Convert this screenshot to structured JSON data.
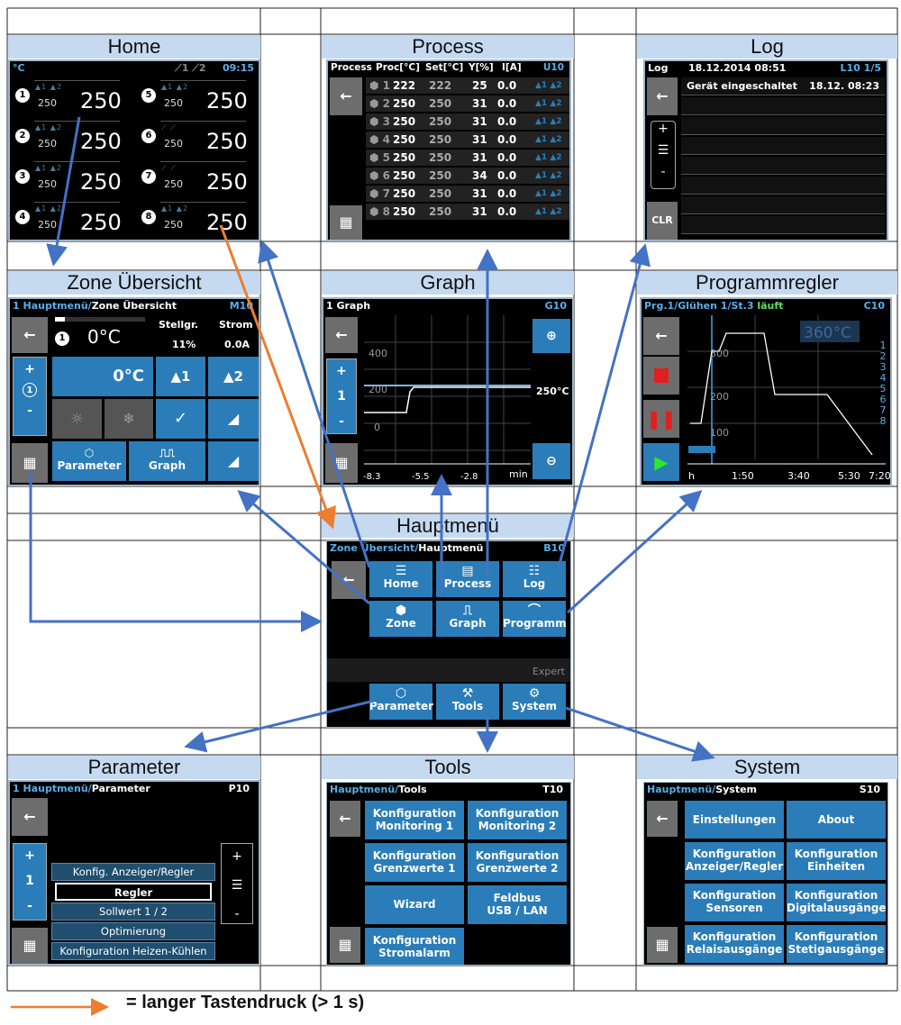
{
  "legend": {
    "text": "= langer Tastendruck (> 1 s)",
    "color": "#ed7d31"
  },
  "arrow_color": "#4472c4",
  "home": {
    "title": "Home",
    "unit": "°C",
    "flags": "⟋1 ⟋2",
    "time": "09:15",
    "zones": [
      {
        "n": "1",
        "al": "▲1 ▲2",
        "sv": "250",
        "pv": "250"
      },
      {
        "n": "2",
        "al": "▲1 ▲2",
        "sv": "250",
        "pv": "250"
      },
      {
        "n": "3",
        "al": "▲1 ▲2",
        "sv": "250",
        "pv": "250"
      },
      {
        "n": "4",
        "al": "▲1 ▲2",
        "sv": "250",
        "pv": "250"
      },
      {
        "n": "5",
        "al": "▲1 ▲2",
        "sv": "250",
        "pv": "250"
      },
      {
        "n": "6",
        "al": "⟋ ⟋",
        "sv": "250",
        "pv": "250"
      },
      {
        "n": "7",
        "al": "⟋ ⟋",
        "sv": "250",
        "pv": "250"
      },
      {
        "n": "8",
        "al": "▲1 ▲2",
        "sv": "250",
        "pv": "250"
      }
    ]
  },
  "process": {
    "title": "Process",
    "header": {
      "c0": "Process",
      "c1": "Proc[°C]",
      "c2": "Set[°C]",
      "c3": "Y[%]",
      "c4": "I[A]",
      "code": "U10"
    },
    "rows": [
      {
        "n": "1",
        "p": "222",
        "s": "222",
        "y": "25",
        "i": "0.0",
        "a": "▲1 ▲2"
      },
      {
        "n": "2",
        "p": "250",
        "s": "250",
        "y": "31",
        "i": "0.0",
        "a": "▲1 ▲2"
      },
      {
        "n": "3",
        "p": "250",
        "s": "250",
        "y": "31",
        "i": "0.0",
        "a": "▲1 ▲2"
      },
      {
        "n": "4",
        "p": "250",
        "s": "250",
        "y": "31",
        "i": "0.0",
        "a": "▲1 ▲2"
      },
      {
        "n": "5",
        "p": "250",
        "s": "250",
        "y": "31",
        "i": "0.0",
        "a": "▲1 ▲2"
      },
      {
        "n": "6",
        "p": "250",
        "s": "250",
        "y": "34",
        "i": "0.0",
        "a": "▲1 ▲2"
      },
      {
        "n": "7",
        "p": "250",
        "s": "250",
        "y": "31",
        "i": "0.0",
        "a": "▲1 ▲2"
      },
      {
        "n": "8",
        "p": "250",
        "s": "250",
        "y": "31",
        "i": "0.0",
        "a": "▲1 ▲2"
      }
    ]
  },
  "log": {
    "title": "Log",
    "header": {
      "label": "Log",
      "date": "18.12.2014 08:51",
      "code": "L10 1/5"
    },
    "entry": {
      "text": "Gerät eingeschaltet",
      "time": "18.12. 08:23"
    },
    "plus": "+",
    "minus": "-",
    "clr": "CLR"
  },
  "zone": {
    "title": "Zone Übersicht",
    "crumb": "1 Hauptmenü/",
    "crumb_b": "Zone Übersicht",
    "code": "M10",
    "temp": "0°C",
    "stell_label": "Stellgr.",
    "strom_label": "Strom",
    "stell": "11%",
    "strom": "0.0A",
    "set": "0°C",
    "al1": "▲1",
    "al2": "▲2",
    "zone_num": "1",
    "param": "Parameter",
    "graph": "Graph"
  },
  "graph": {
    "title": "Graph",
    "hdr": "1 Graph",
    "code": "G10",
    "value": "250°C",
    "xunit": "min"
  },
  "prog": {
    "title": "Programmregler",
    "hdr_a": "Prg.1/Glühen 1/St.3 ",
    "hdr_b": "läuft",
    "code": "C10",
    "value": "360°C",
    "steps": [
      "1",
      "2",
      "3",
      "4",
      "5",
      "6",
      "7",
      "8"
    ],
    "xunit": "h"
  },
  "haupt": {
    "title": "Hauptmenü",
    "crumb_a": "Zone Übersicht/",
    "crumb_b": "Hauptmenü",
    "code": "B10",
    "expert": "Expert",
    "buttons": {
      "home": "Home",
      "process": "Process",
      "log": "Log",
      "zone": "Zone",
      "graph": "Graph",
      "programm": "Programm",
      "parameter": "Parameter",
      "tools": "Tools",
      "system": "System"
    }
  },
  "param": {
    "title": "Parameter",
    "crumb_a": "1 Hauptmenü/",
    "crumb_b": "Parameter",
    "code": "P10",
    "items": [
      "Konfig. Anzeiger/Regler",
      "Regler",
      "Sollwert 1 / 2",
      "Optimierung",
      "Konfiguration Heizen-Kühlen"
    ]
  },
  "tools": {
    "title": "Tools",
    "crumb_a": "Hauptmenü/",
    "crumb_b": "Tools",
    "code": "T10",
    "items": [
      {
        "l1": "Konfiguration",
        "l2": "Monitoring 1"
      },
      {
        "l1": "Konfiguration",
        "l2": "Monitoring 2"
      },
      {
        "l1": "Konfiguration",
        "l2": "Grenzwerte 1"
      },
      {
        "l1": "Konfiguration",
        "l2": "Grenzwerte 2"
      },
      {
        "l1": "Wizard",
        "l2": ""
      },
      {
        "l1": "Feldbus",
        "l2": "USB / LAN"
      },
      {
        "l1": "Konfiguration",
        "l2": "Stromalarm"
      }
    ]
  },
  "system": {
    "title": "System",
    "crumb_a": "Hauptmenü/",
    "crumb_b": "System",
    "code": "S10",
    "items": [
      {
        "l1": "Einstellungen",
        "l2": ""
      },
      {
        "l1": "About",
        "l2": ""
      },
      {
        "l1": "Konfiguration",
        "l2": "Anzeiger/Regler"
      },
      {
        "l1": "Konfiguration",
        "l2": "Einheiten"
      },
      {
        "l1": "Konfiguration",
        "l2": "Sensoren"
      },
      {
        "l1": "Konfiguration",
        "l2": "Digitalausgänge"
      },
      {
        "l1": "Konfiguration",
        "l2": "Relaisausgänge"
      },
      {
        "l1": "Konfiguration",
        "l2": "Stetigausgänge"
      }
    ]
  }
}
